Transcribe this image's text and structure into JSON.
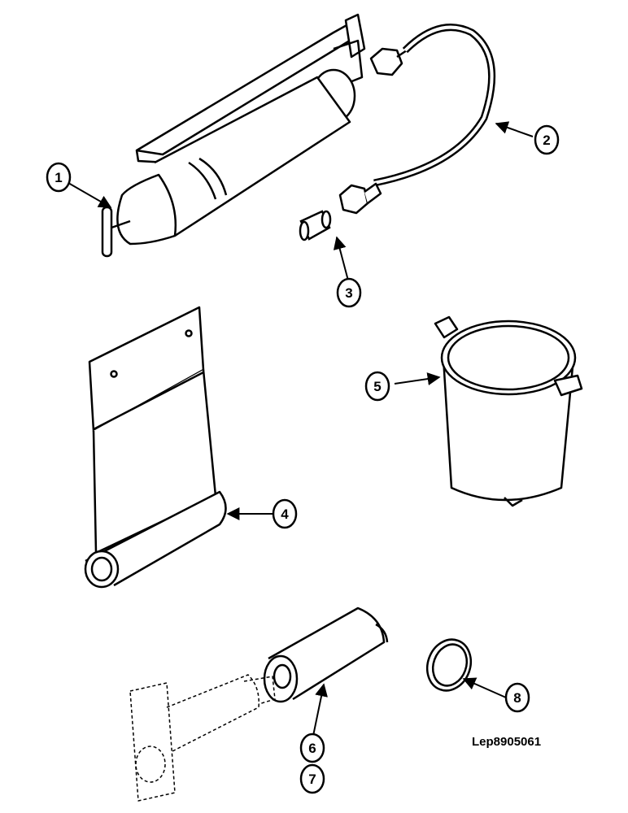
{
  "callouts": {
    "c1": "1",
    "c2": "2",
    "c3": "3",
    "c4": "4",
    "c5": "5",
    "c6": "6",
    "c7": "7",
    "c8": "8"
  },
  "reference": "Lep8905061",
  "colors": {
    "ink": "#000000",
    "paper": "#ffffff"
  }
}
